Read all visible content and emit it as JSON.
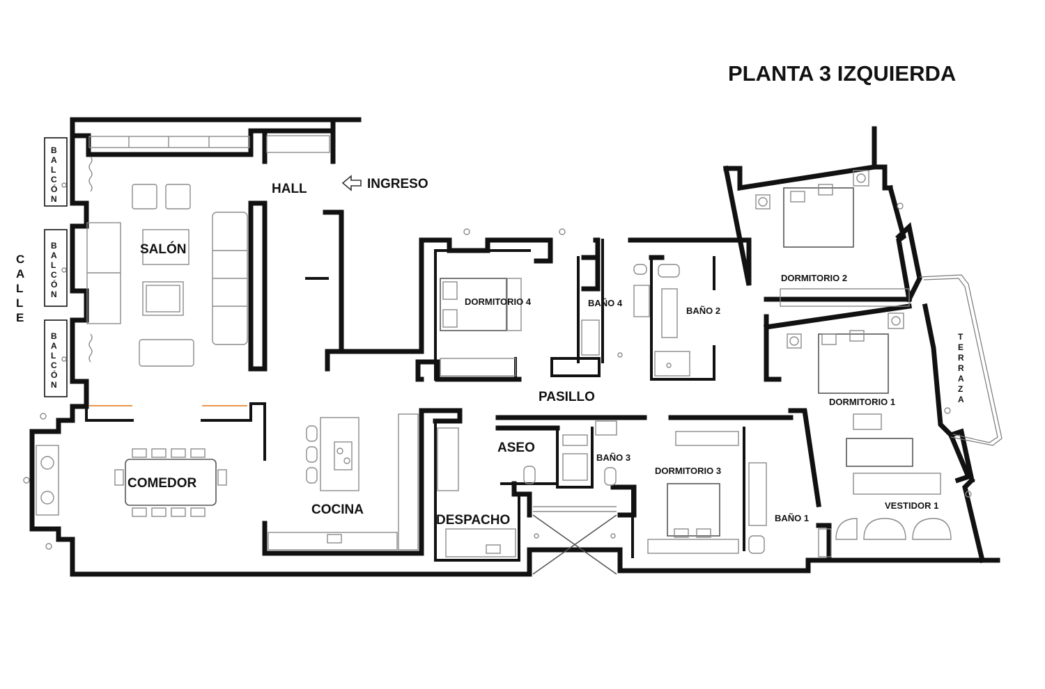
{
  "title": "PLANTA 3 IZQUIERDA",
  "rooms": {
    "salon": "SALÓN",
    "hall": "HALL",
    "ingreso": "INGRESO",
    "comedor": "COMEDOR",
    "cocina": "COCINA",
    "pasillo": "PASILLO",
    "aseo": "ASEO",
    "despacho": "DESPACHO",
    "dormitorio1": "DORMITORIO 1",
    "dormitorio2": "DORMITORIO 2",
    "dormitorio3": "DORMITORIO 3",
    "dormitorio4": "DORMITORIO 4",
    "bano1": "BAÑO 1",
    "bano2": "BAÑO 2",
    "bano3": "BAÑO 3",
    "bano4": "BAÑO 4",
    "vestidor1": "VESTIDOR 1"
  },
  "vertical_labels": {
    "calle": [
      "C",
      "A",
      "L",
      "L",
      "E"
    ],
    "balcon": [
      "B",
      "A",
      "L",
      "C",
      "Ó",
      "N"
    ],
    "terraza": [
      "T",
      "E",
      "R",
      "R",
      "A",
      "Z",
      "A"
    ]
  },
  "icons": {
    "entry": "entry-arrow-icon"
  }
}
